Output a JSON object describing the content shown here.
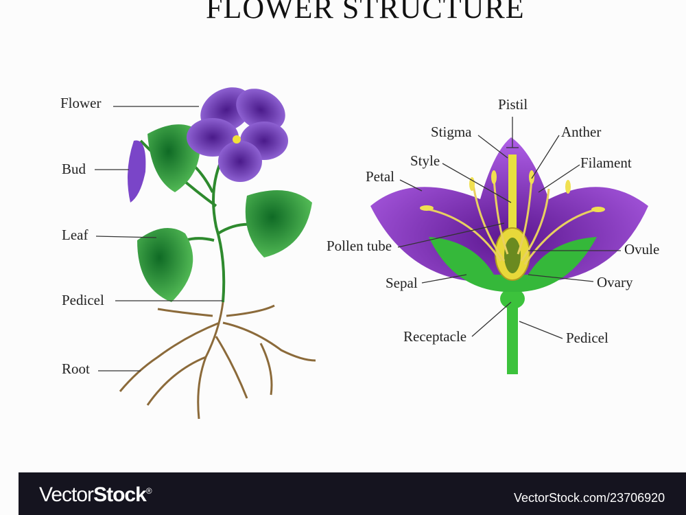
{
  "title": "FLOWER STRUCTURE",
  "plant_labels": {
    "flower": "Flower",
    "bud": "Bud",
    "leaf": "Leaf",
    "pedicel": "Pedicel",
    "root": "Root"
  },
  "section_labels": {
    "pistil": "Pistil",
    "stigma": "Stigma",
    "anther": "Anther",
    "style": "Style",
    "filament": "Filament",
    "petal": "Petal",
    "pollen_tube": "Pollen tube",
    "ovule": "Ovule",
    "sepal": "Sepal",
    "ovary": "Ovary",
    "receptacle": "Receptacle",
    "pedicel": "Pedicel"
  },
  "banner": {
    "brand_light": "Vector",
    "brand_bold": "Stock",
    "registered": "®",
    "url": "VectorStock.com/23706920"
  },
  "colors": {
    "petal": "#8a3fd0",
    "leaf": "#2e9a3a",
    "banner": "#15141f"
  }
}
